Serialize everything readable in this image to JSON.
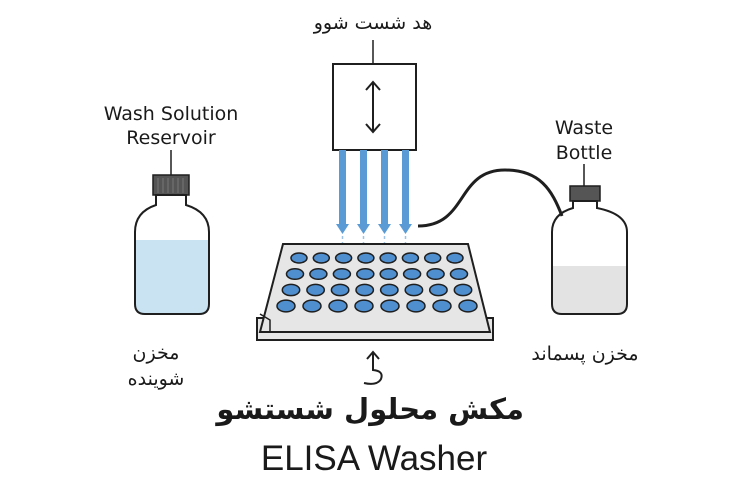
{
  "labels": {
    "wash_head_fa": "هد شست شوو",
    "reservoir_en_line1": "Wash Solution",
    "reservoir_en_line2": "Reservoir",
    "reservoir_fa_line1": "مخزن",
    "reservoir_fa_line2": "شوینده",
    "waste_en_line1": "Waste",
    "waste_en_line2": "Bottle",
    "waste_fa": "مخزن پسماند",
    "title_fa": "مکش محلول شستشو",
    "title_en": "ELISA Washer"
  },
  "icons": {
    "head_arrow": "double-arrow-vertical-icon",
    "plate_arrow": "curved-up-arrow-icon"
  },
  "colors": {
    "outline": "#1f1f1f",
    "liquid": "#c9e3f3",
    "needle": "#5b9bd5",
    "well": "#4f8fd0",
    "plate_top": "#e6e6e6",
    "waste_liquid": "#e3e3e3",
    "cap": "#555555"
  },
  "plate": {
    "rows": 4,
    "cols": 8
  },
  "needles": {
    "count": 4
  }
}
